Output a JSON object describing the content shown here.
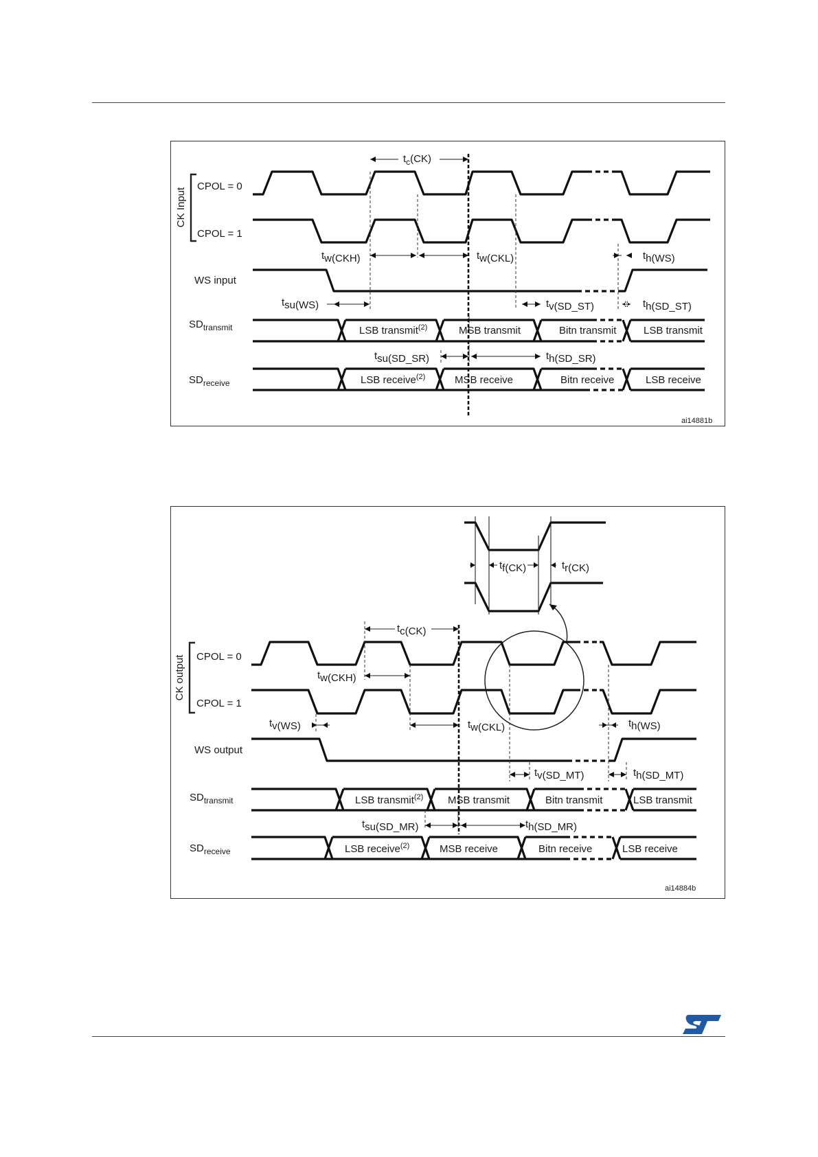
{
  "diagram1": {
    "code": "ai14881b",
    "bracket": "CK Input",
    "rows": {
      "cpol0": "CPOL = 0",
      "cpol1": "CPOL = 1",
      "ws": "WS input",
      "sdt": "SD",
      "sdt_sub": "transmit",
      "sdr": "SD",
      "sdr_sub": "receive"
    },
    "timing": {
      "tc_ck": {
        "t": "t",
        "sub": "c",
        "rest": "(CK)"
      },
      "tw_ckh": {
        "t": "t",
        "sub": "w(CKH)",
        "rest": ""
      },
      "tw_ckl": {
        "t": "t",
        "sub": "w(CKL)",
        "rest": ""
      },
      "th_ws": {
        "t": "t",
        "sub": "h(WS)",
        "rest": ""
      },
      "tsu_ws": {
        "t": "t",
        "sub": "su(WS)",
        "rest": ""
      },
      "tv_sd_st": {
        "t": "t",
        "sub": "v(SD_ST)",
        "rest": ""
      },
      "th_sd_st": {
        "t": "t",
        "sub": "h(SD_ST)",
        "rest": ""
      },
      "tsu_sd_sr": {
        "t": "t",
        "sub": "su(SD_SR)",
        "rest": ""
      },
      "th_sd_sr": {
        "t": "t",
        "sub": "h(SD_SR)",
        "rest": ""
      }
    },
    "cells": {
      "lsb_t": "LSB transmit",
      "lsb_t_note": "(2)",
      "msb_t": "MSB transmit",
      "bitn_t": "Bitn transmit",
      "lsb_t2": "LSB transmit",
      "lsb_r": "LSB receive",
      "lsb_r_note": "(2)",
      "msb_r": "MSB receive",
      "bitn_r": "Bitn receive",
      "lsb_r2": "LSB receive"
    }
  },
  "diagram2": {
    "code": "ai14884b",
    "bracket": "CK output",
    "rows": {
      "cpol0": "CPOL = 0",
      "cpol1": "CPOL = 1",
      "ws": "WS output",
      "sdt": "SD",
      "sdt_sub": "transmit",
      "sdr": "SD",
      "sdr_sub": "receive"
    },
    "timing": {
      "tf_ck": {
        "t": "t",
        "sub": "f(CK)"
      },
      "tr_ck": {
        "t": "t",
        "sub": "r(CK)"
      },
      "tc_ck": {
        "t": "t",
        "sub": "c(CK)"
      },
      "tw_ckh": {
        "t": "t",
        "sub": "w(CKH)"
      },
      "tv_ws": {
        "t": "t",
        "sub": "v(WS)"
      },
      "tw_ckl": {
        "t": "t",
        "sub": "w(CKL)"
      },
      "th_ws": {
        "t": "t",
        "sub": "h(WS)"
      },
      "tv_sd_mt": {
        "t": "t",
        "sub": "v(SD_MT)"
      },
      "th_sd_mt": {
        "t": "t",
        "sub": "h(SD_MT)"
      },
      "tsu_sd_mr": {
        "t": "t",
        "sub": "su(SD_MR)"
      },
      "th_sd_mr": {
        "t": "t",
        "sub": "h(SD_MR)"
      }
    },
    "cells": {
      "lsb_t": "LSB transmit",
      "lsb_t_note": "(2)",
      "msb_t": "MSB transmit",
      "bitn_t": "Bitn transmit",
      "lsb_t2": "LSB transmit",
      "lsb_r": "LSB receive",
      "lsb_r_note": "(2)",
      "msb_r": "MSB receive",
      "bitn_r": "Bitn receive",
      "lsb_r2": "LSB receive"
    }
  },
  "logo": {
    "name": "st-logo",
    "color": "#1f5aa6"
  }
}
